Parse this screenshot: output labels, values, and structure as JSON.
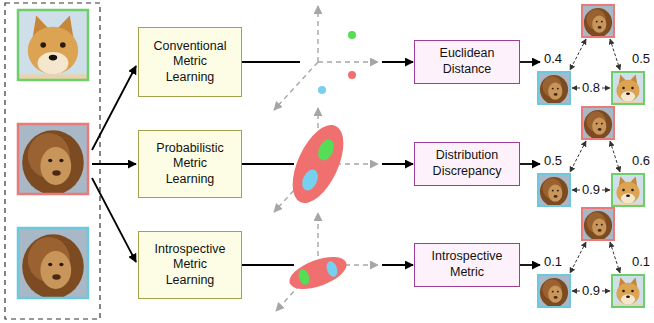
{
  "diagram": {
    "nodes": [
      {
        "text": [
          "Conventional Metric Learning"
        ]
      },
      {
        "text": [
          "Euclidean Distance"
        ]
      },
      {
        "text": [
          "Probabilistic Metric Learning"
        ]
      },
      {
        "text": [
          "Distribution Discrepancy"
        ]
      },
      {
        "text": [
          "Introspective Metric Learning"
        ]
      },
      {
        "text": [
          "Introspective Metric"
        ]
      }
    ],
    "edges": [
      {
        "from": 0,
        "to": 1,
        "arrow": "to"
      },
      {
        "from": 2,
        "to": 3,
        "arrow": "to"
      },
      {
        "from": 4,
        "to": 5,
        "arrow": "to"
      }
    ],
    "labels": [
      "0.4",
      "0.5",
      "0.8",
      "0.5",
      "0.6",
      "0.9",
      "0.1",
      "0.1",
      "0.9"
    ]
  }
}
